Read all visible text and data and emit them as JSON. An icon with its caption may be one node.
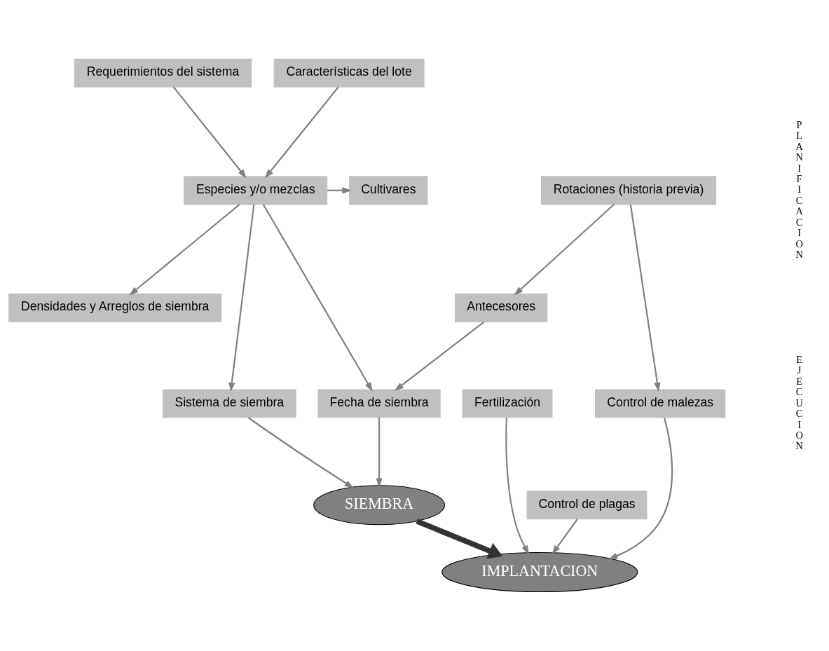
{
  "diagram": {
    "nodes": [
      {
        "text": [
          "Requerimientos del sistema"
        ]
      },
      {
        "text": [
          "Características del lote"
        ]
      },
      {
        "text": [
          "Especies y/o mezclas"
        ]
      },
      {
        "text": [
          "Cultivares"
        ]
      },
      {
        "text": [
          "Densidades y Arreglos de siembra"
        ]
      },
      {
        "text": [
          "Rotaciones (historia previa)"
        ]
      },
      {
        "text": [
          "Antecesores"
        ]
      },
      {
        "text": [
          "Sistema de siembra"
        ]
      },
      {
        "text": [
          "Fecha de siembra"
        ]
      },
      {
        "text": [
          "SIEMBRA"
        ]
      },
      {
        "text": [
          "Fertilización"
        ]
      },
      {
        "text": [
          "Control de plagas"
        ]
      },
      {
        "text": [
          "Control de malezas"
        ]
      },
      {
        "text": [
          "IMPLANTACION"
        ]
      }
    ],
    "edges": [
      {
        "from": 0,
        "to": 2,
        "arrow": "to"
      },
      {
        "from": 1,
        "to": 2,
        "arrow": "to"
      },
      {
        "from": 2,
        "to": 3,
        "arrow": "to"
      },
      {
        "from": 2,
        "to": 4,
        "arrow": "to"
      },
      {
        "from": 5,
        "to": 6,
        "arrow": "to"
      },
      {
        "from": 2,
        "to": 7,
        "arrow": "to"
      },
      {
        "from": 2,
        "to": 8,
        "arrow": "to"
      },
      {
        "from": 6,
        "to": 8,
        "arrow": "to"
      },
      {
        "from": 5,
        "to": 12,
        "arrow": "to"
      },
      {
        "from": 7,
        "to": 9,
        "arrow": "to"
      },
      {
        "from": 8,
        "to": 9,
        "arrow": "to"
      },
      {
        "from": 9,
        "to": 13,
        "arrow": "to",
        "style": "thick",
        "color": "#333333"
      },
      {
        "from": 10,
        "to": 13,
        "arrow": "to"
      },
      {
        "from": 11,
        "to": 13,
        "arrow": "to"
      },
      {
        "from": 12,
        "to": 13,
        "arrow": "to"
      }
    ],
    "labels": [
      "PLANIFICACION",
      "EJECUCION"
    ]
  }
}
